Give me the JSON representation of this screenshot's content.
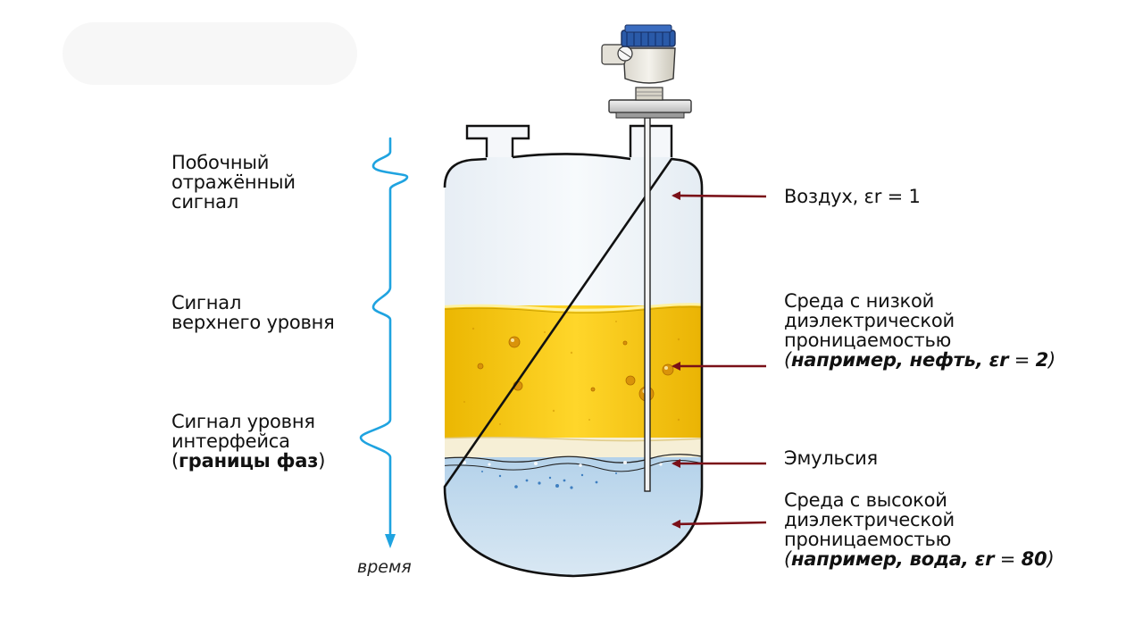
{
  "signals": {
    "spurious": [
      "Побочный",
      "отражённый",
      "сигнал"
    ],
    "upper": [
      "Сигнал",
      "верхнего уровня"
    ],
    "interface_line1": "Сигнал уровня",
    "interface_line2": "интерфейса",
    "interface_open": "(",
    "interface_bold": "границы фаз",
    "interface_close": ")"
  },
  "time_axis_label": "время",
  "media": {
    "air": "Воздух, εr = 1",
    "low_lines": [
      "Среда с низкой",
      "диэлектрической",
      "проницаемостью"
    ],
    "low_example": {
      "open": "(",
      "bold": "например, нефть, εr",
      "eq": " = ",
      "value": "2",
      "close": ")"
    },
    "emulsion": "Эмульсия",
    "high_lines": [
      "Среда с высокой",
      "диэлектрической",
      "проницаемостью"
    ],
    "high_example": {
      "open": "(",
      "bold": "например, вода, εr",
      "eq": " = ",
      "value": "80",
      "close": ")"
    }
  },
  "colors": {
    "signal": "#1fa3e0",
    "arrow": "#7a1018",
    "oil": "#f5c200",
    "water": "#bcd8ec",
    "emulsion": "#f6efd6",
    "tank_outline": "#111111",
    "sensor_head": "#2a5aa8"
  },
  "icons": [
    "radar-level-sensor-icon",
    "tank-icon"
  ]
}
